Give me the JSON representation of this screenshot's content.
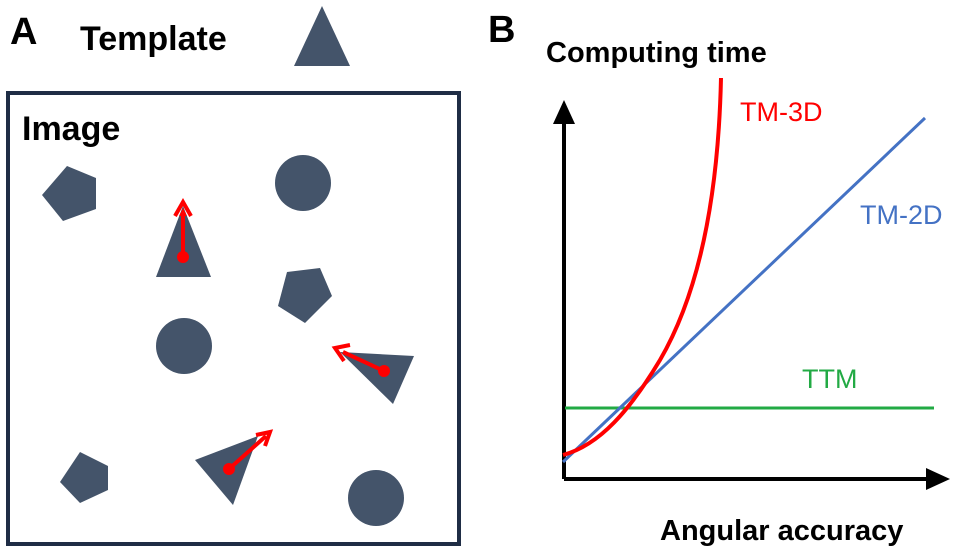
{
  "panel_a": {
    "label": "A",
    "template_label": "Template",
    "image_label": "Image"
  },
  "panel_b": {
    "label": "B",
    "y_axis_label": "Computing time",
    "x_axis_label": "Angular accuracy",
    "curves": [
      {
        "name": "TM-3D",
        "color": "#ff0000"
      },
      {
        "name": "TM-2D",
        "color": "#4472c4"
      },
      {
        "name": "TTM",
        "color": "#22aa44"
      }
    ]
  },
  "colors": {
    "shape_fill": "#44546a",
    "arrow": "#ff0000",
    "frame": "#1f2d45"
  }
}
